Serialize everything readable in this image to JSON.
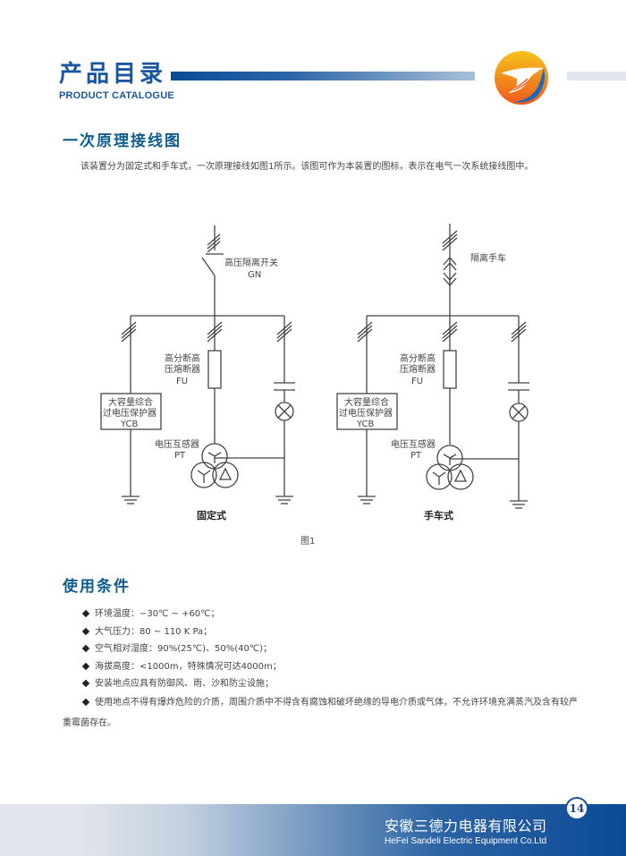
{
  "header": {
    "title": "产品目录",
    "subtitle": "PRODUCT CATALOGUE",
    "accent_color": "#1a56a0"
  },
  "section1": {
    "title": "一次原理接线图",
    "paragraph": "该装置分为固定式和手车式，一次原理接线如图1所示。该图可作为本装置的图标，表示在电气一次系统接线图中。"
  },
  "diagram": {
    "fixed": {
      "switch_label": "高压隔离开关",
      "switch_code": "GN",
      "fuse_label_1": "高分断高",
      "fuse_label_2": "压熔断器",
      "fuse_code": "FU",
      "protector_label_1": "大容量综合",
      "protector_label_2": "过电压保护器",
      "protector_code": "YCB",
      "pt_label": "电压互感器",
      "pt_code": "PT",
      "caption": "固定式"
    },
    "handcart": {
      "switch_label": "隔离手车",
      "fuse_label_1": "高分断高",
      "fuse_label_2": "压熔断器",
      "fuse_code": "FU",
      "protector_label_1": "大容量综合",
      "protector_label_2": "过电压保护器",
      "protector_code": "YCB",
      "pt_label": "电压互感器",
      "pt_code": "PT",
      "caption": "手车式"
    },
    "figure_caption": "图1"
  },
  "section2": {
    "title": "使用条件",
    "bullets": [
      "环境温度：−30℃ ~ +60℃；",
      "大气压力：80 ~ 110 K Pa；",
      "空气相对湿度：90%(25℃)、50%(40℃)；",
      "海拔高度：<1000m，特殊情况可达4000m；",
      "安装地点应具有防御风、雨、沙和防尘设施；"
    ],
    "last_bullet": "使用地点不得有爆炸危险的介质，周围介质中不得含有腐蚀和破坏绝缘的导电介质或气体，不允许环境充满蒸汽及含有较严重霉菌存在。"
  },
  "footer": {
    "company_cn": "安徽三德力电器有限公司",
    "company_en": "HeFei Sandeli Electric Equipment Co.Ltd",
    "page_number": "14"
  }
}
